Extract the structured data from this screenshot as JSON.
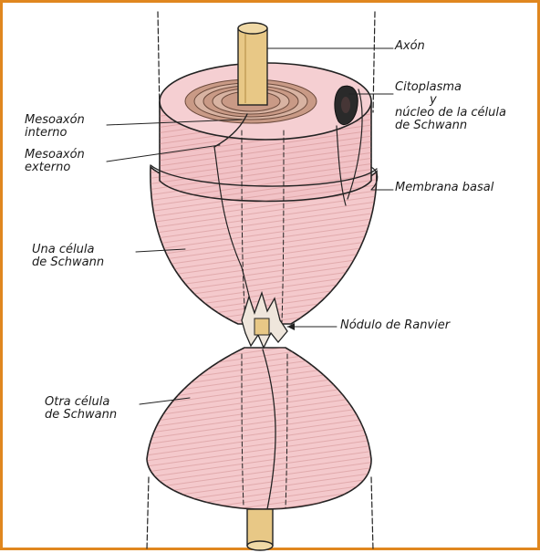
{
  "diagram": {
    "labels": {
      "axon": "Axón",
      "cytoplasm_line1": "Citoplasma",
      "cytoplasm_line2": "y",
      "cytoplasm_line3": "núcleo de la célula",
      "cytoplasm_line4": "de Schwann",
      "inner_mesaxon_line1": "Mesoaxón",
      "inner_mesaxon_line2": "interno",
      "outer_mesaxon_line1": "Mesoaxón",
      "outer_mesaxon_line2": "externo",
      "basal_membrane": "Membrana basal",
      "one_cell_line1": "Una célula",
      "one_cell_line2": "de Schwann",
      "ranvier_node": "Nódulo de Ranvier",
      "other_cell_line1": "Otra célula",
      "other_cell_line2": "de Schwann"
    },
    "colors": {
      "frame": "#e0871f",
      "schwann_cell": "#f4c9cc",
      "myelin_rings": "#b08070",
      "axon": "#e8c886",
      "nucleus": "#2a2a2a"
    }
  }
}
